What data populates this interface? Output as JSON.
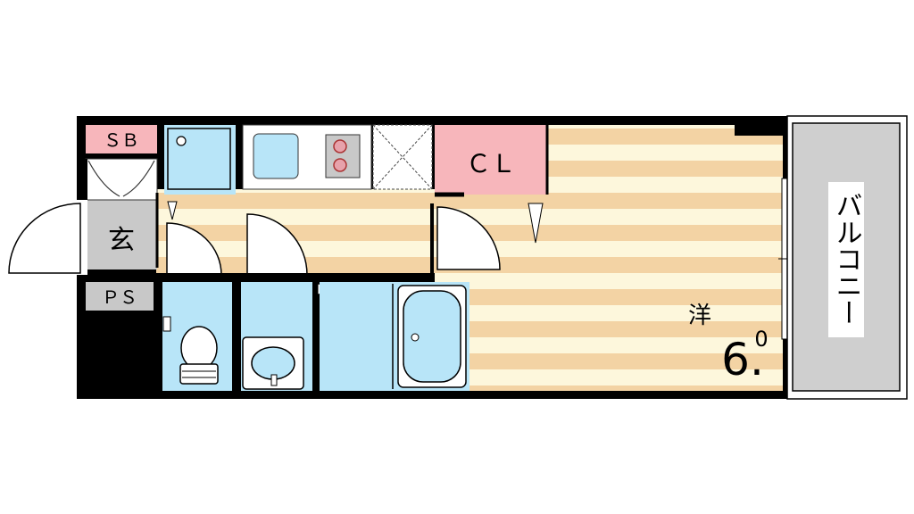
{
  "rooms": {
    "shoe_box": "ＳＢ",
    "entrance": "玄",
    "pipe_space": "ＰＳ",
    "closet": "ＣＬ",
    "western_room_label": "洋",
    "western_room_size_main": "6.",
    "western_room_size_decimal": "0",
    "balcony": "バルコニー"
  },
  "colors": {
    "floor_light": "#fdf7dc",
    "floor_dark": "#f3d3a4",
    "wet_area": "#b8e5f8",
    "closet_pink": "#f7b6bb",
    "pipe_gray": "#c8c8c8",
    "balcony_gray": "#cfcfcf",
    "wall": "#000000"
  }
}
